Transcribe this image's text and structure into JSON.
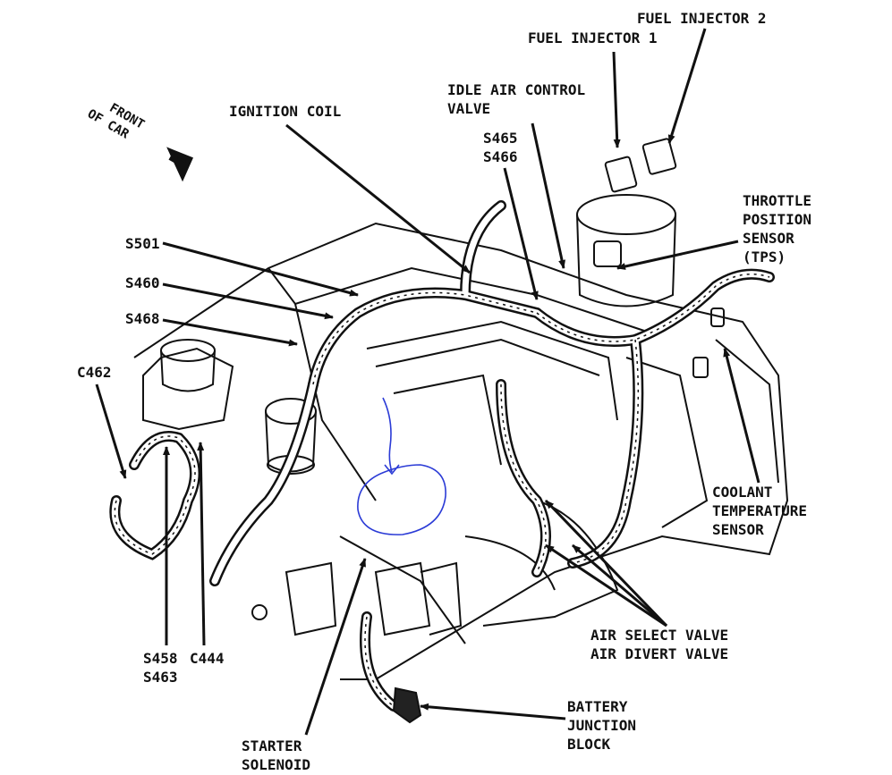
{
  "orientation": {
    "line1": "FRONT",
    "line2": "OF CAR"
  },
  "labels": {
    "fuel_injector_2": "FUEL INJECTOR 2",
    "fuel_injector_1": "FUEL INJECTOR 1",
    "idle_air_control_1": "IDLE AIR CONTROL",
    "idle_air_control_2": "VALVE",
    "ignition_coil": "IGNITION COIL",
    "s465": "S465",
    "s466": "S466",
    "tps_1": "THROTTLE",
    "tps_2": "POSITION",
    "tps_3": "SENSOR",
    "tps_4": "(TPS)",
    "s501": "S501",
    "s460": "S460",
    "s468": "S468",
    "c462": "C462",
    "coolant_1": "COOLANT",
    "coolant_2": "TEMPERATURE",
    "coolant_3": "SENSOR",
    "air_select": "AIR SELECT VALVE",
    "air_divert": "AIR DIVERT VALVE",
    "s458": "S458",
    "s463": "S463",
    "c444": "C444",
    "battery_1": "BATTERY",
    "battery_2": "JUNCTION",
    "battery_3": "BLOCK",
    "starter_1": "STARTER",
    "starter_2": "SOLENOID"
  },
  "colors": {
    "ink": "#111111",
    "annotation": "#2b3bd6"
  }
}
